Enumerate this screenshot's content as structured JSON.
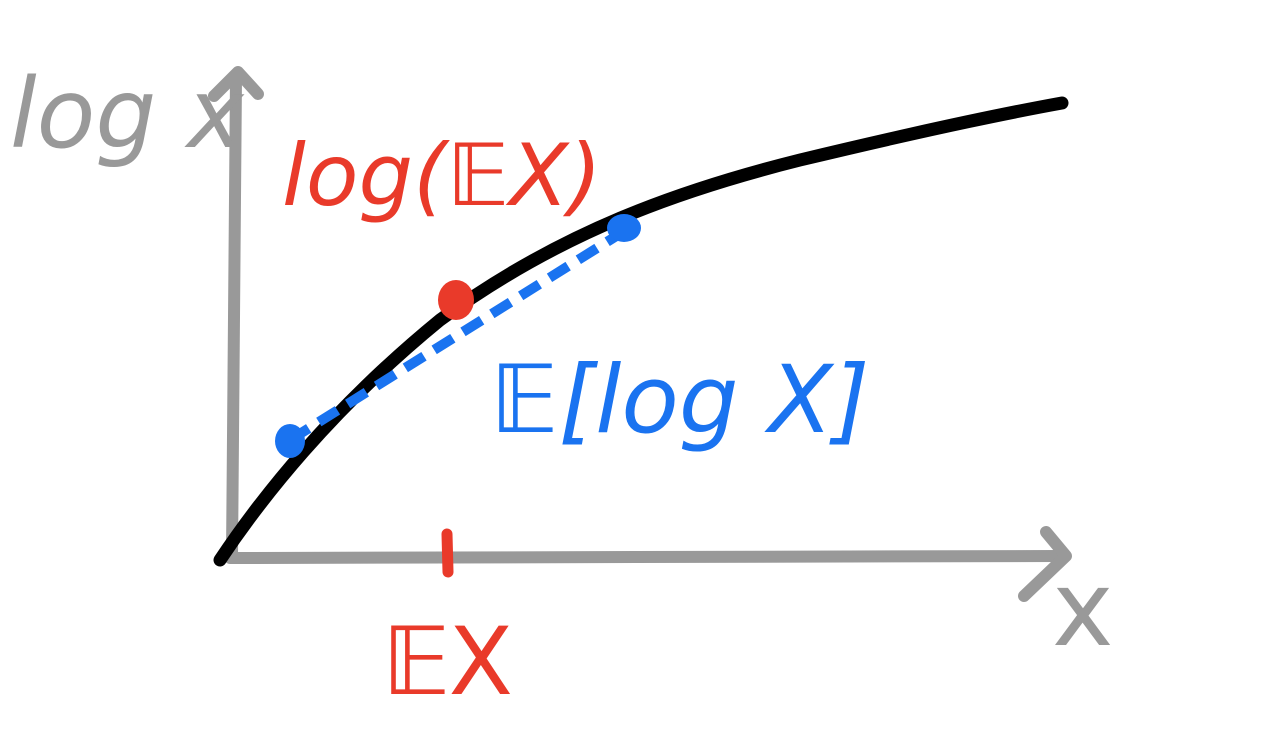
{
  "figure": {
    "y_axis_label": "log x",
    "x_axis_label": "x",
    "log_of_mean_label": "log(𝔼X)",
    "mean_of_log_label": "𝔼[log X]",
    "mean_tick_label": "𝔼X"
  },
  "colors": {
    "axis": "#999999",
    "curve": "#000000",
    "log_of_mean": "#e93a2a",
    "mean_of_log": "#1a73f0",
    "background": "#ffffff"
  }
}
